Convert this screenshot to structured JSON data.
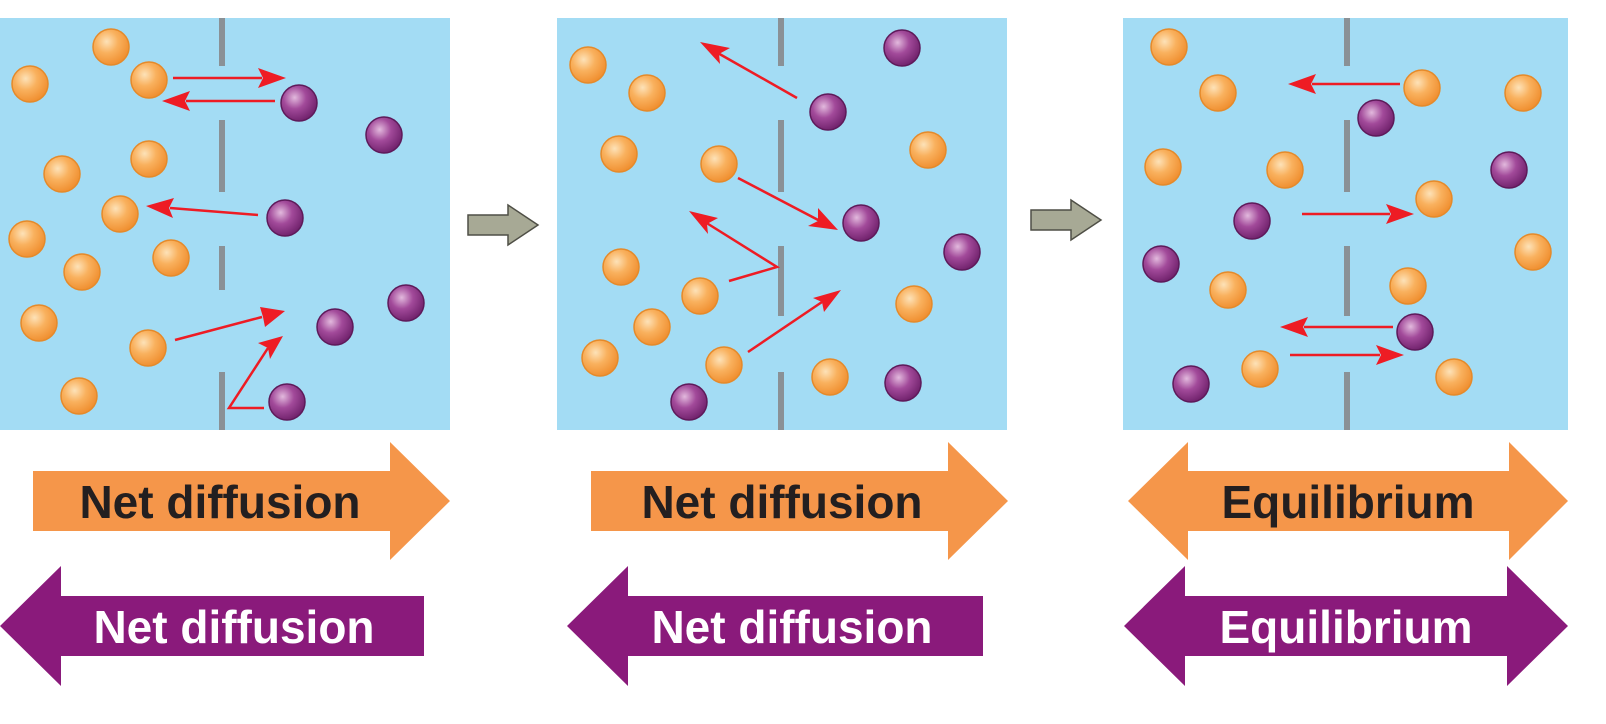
{
  "colors": {
    "panel_bg": "#a3dcf4",
    "membrane": "#8a9196",
    "orange_particle": "#f7a24a",
    "purple_particle": "#8a2a83",
    "motion_arrow": "#ee1c24",
    "step_arrow": "#a7a995",
    "orange_arrow": "#f5964a",
    "purple_arrow": "#8a1a7b",
    "dark_text": "#231f20",
    "light_text": "#ffffff"
  },
  "icons": {
    "particle_a": "orange-particle-icon",
    "particle_b": "purple-particle-icon",
    "step": "step-arrow-icon",
    "motion": "motion-arrow-icon"
  },
  "stages": [
    {
      "name": "initial",
      "orange_label": "Net diffusion",
      "orange_direction": "right",
      "purple_label": "Net diffusion",
      "purple_direction": "left"
    },
    {
      "name": "intermediate",
      "orange_label": "Net diffusion",
      "orange_direction": "right",
      "purple_label": "Net diffusion",
      "purple_direction": "left"
    },
    {
      "name": "equilibrium",
      "orange_label": "Equilibrium",
      "orange_direction": "both",
      "purple_label": "Equilibrium",
      "purple_direction": "both"
    }
  ]
}
